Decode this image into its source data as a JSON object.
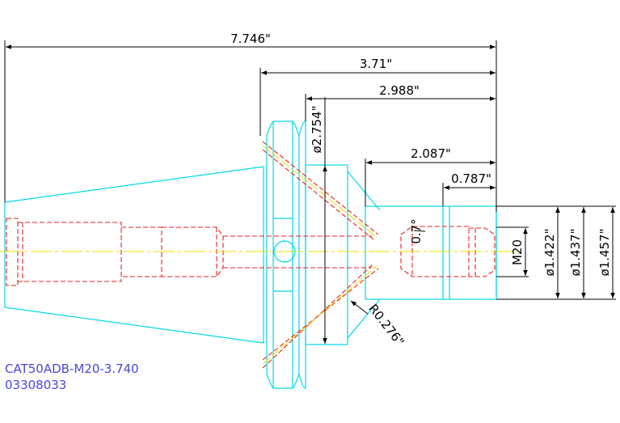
{
  "drawing": {
    "part_number": "CAT50ADB-M20-3.740",
    "drawing_number": "03308033",
    "colors": {
      "outline": "#00d8e8",
      "hidden": "#e82020",
      "centerline": "#e8e000",
      "dimension": "#000000",
      "title": "#4848d8"
    }
  },
  "dimensions": {
    "overall_length": "7.746\"",
    "length_3_71": "3.71\"",
    "length_2_988": "2.988\"",
    "length_2_087": "2.087\"",
    "length_0_787": "0.787\"",
    "flange_dia": "ø2.754\"",
    "thread": "M20",
    "dia_1_422": "ø1.422\"",
    "dia_1_437": "ø1.437\"",
    "dia_1_457": "ø1.457\"",
    "angle": "0.7°",
    "radius": "R0.276\""
  }
}
